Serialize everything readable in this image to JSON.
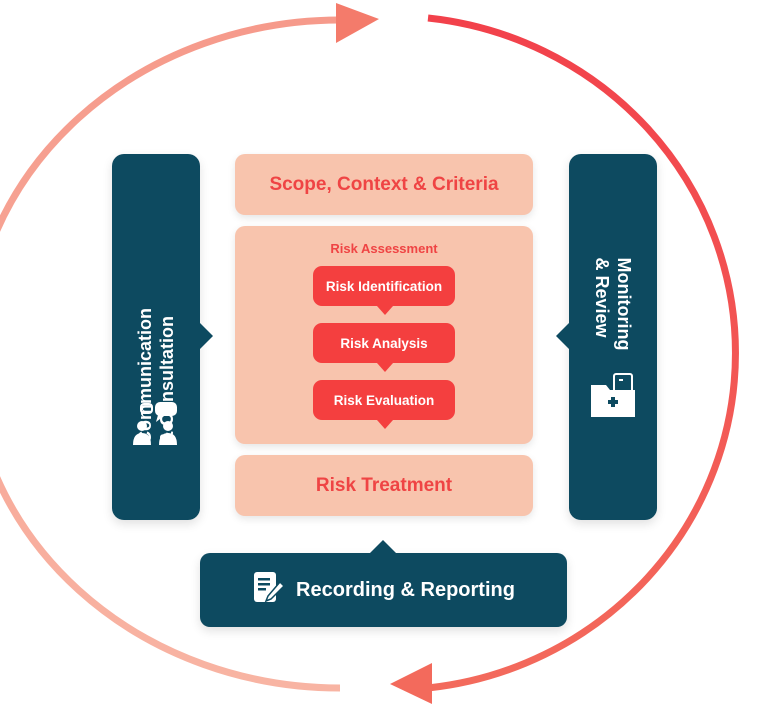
{
  "colors": {
    "navy": "#0d4a60",
    "peach": "#f8c4ad",
    "red": "#f43f3f",
    "arc_light": "#f8b3a4",
    "arc_dark": "#f2414b"
  },
  "left_panel": {
    "label_line1": "Communication",
    "label_line2": "& Consultation",
    "icon": "people-chat-icon"
  },
  "right_panel": {
    "label_line1": "Monitoring",
    "label_line2": "& Review",
    "icon": "folder-plus-icon"
  },
  "scope": {
    "label": "Scope, Context & Criteria"
  },
  "assessment": {
    "title": "Risk Assessment",
    "steps": [
      "Risk Identification",
      "Risk Analysis",
      "Risk Evaluation"
    ]
  },
  "treatment": {
    "label": "Risk Treatment"
  },
  "bottom_panel": {
    "label": "Recording & Reporting",
    "icon": "document-pen-icon"
  }
}
